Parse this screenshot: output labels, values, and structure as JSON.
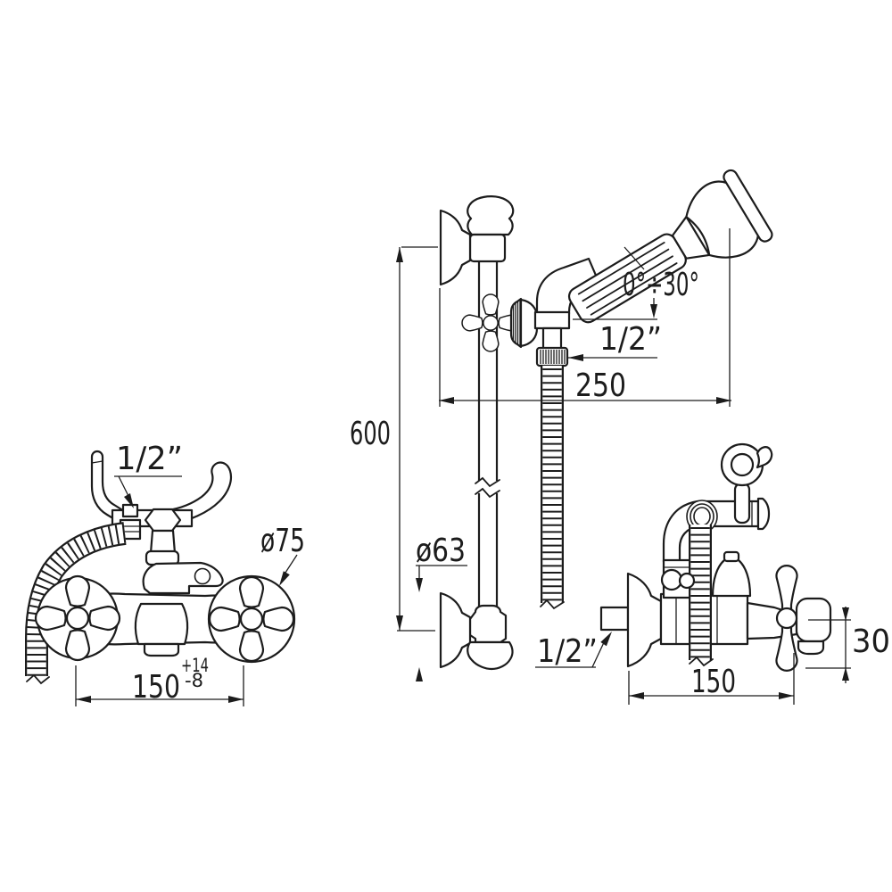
{
  "drawing": {
    "background": "#ffffff",
    "line_color": "#1c1c1c"
  },
  "figures": {
    "shower_set": {
      "height_dim": "600",
      "flange_dia": "ø63",
      "reach_dim": "250",
      "tilt_range": "0°÷30°",
      "hose_thread": "1/2”"
    },
    "front_view": {
      "top_connection": "1/2”",
      "handle_dia": "ø75",
      "centers_dim": "150",
      "tolerance_plus": "+14",
      "tolerance_minus": "-8"
    },
    "side_view": {
      "wall_connection": "1/2”",
      "depth_dim": "150",
      "outlet_dim": "30"
    }
  }
}
